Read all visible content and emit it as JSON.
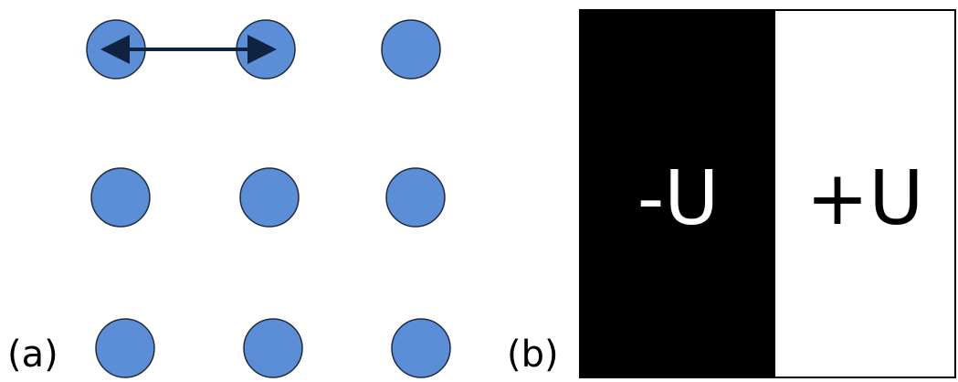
{
  "labels": {
    "panel_a": "(a)",
    "panel_b": "(b)"
  },
  "lattice": {
    "rows": 3,
    "cols": 3,
    "site_color": "#5b8ed6",
    "site_stroke": "#1f2b3a",
    "arrow_color": "#0f2340"
  },
  "regions": [
    {
      "name": "negative",
      "label": "-U",
      "background": "#000000",
      "text_color": "#ffffff"
    },
    {
      "name": "positive",
      "label": "+U",
      "background": "#ffffff",
      "text_color": "#000000"
    }
  ]
}
